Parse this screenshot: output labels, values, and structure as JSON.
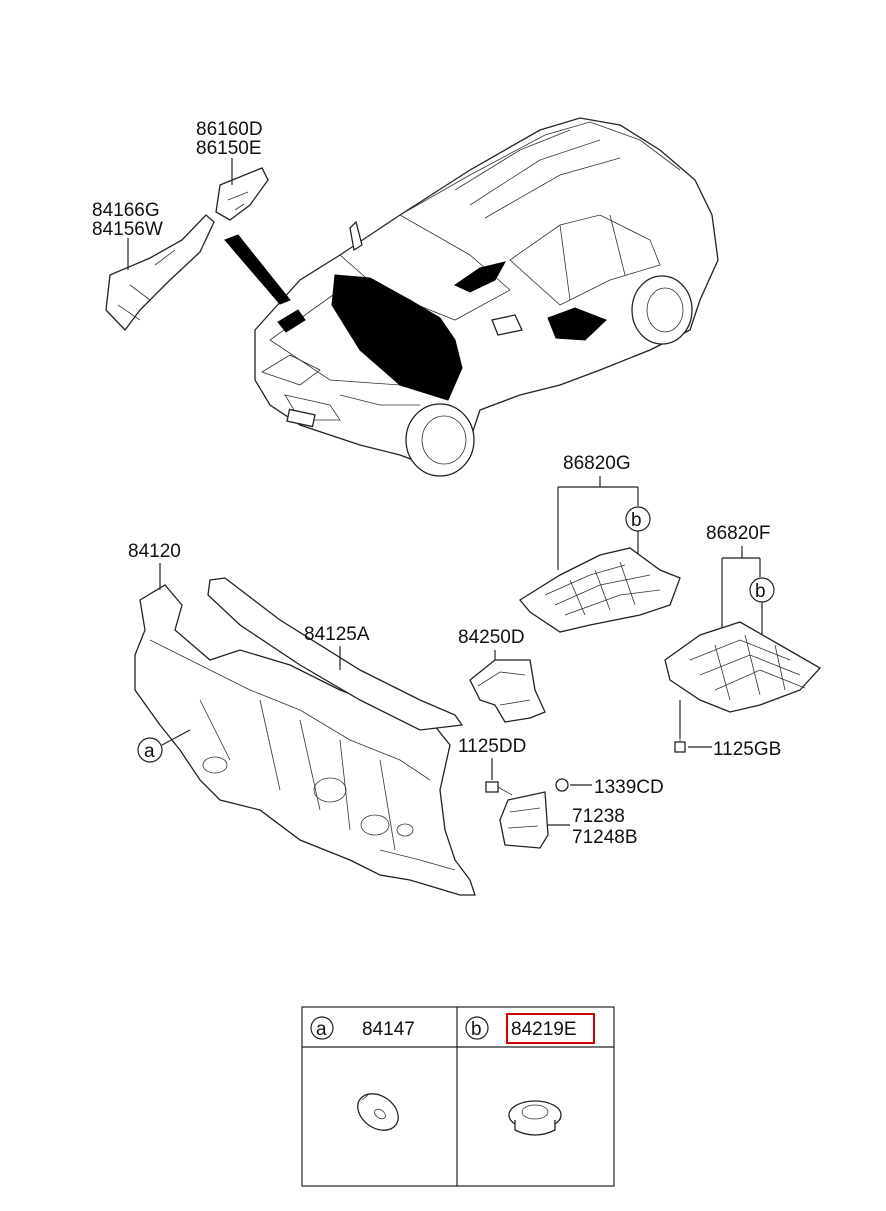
{
  "labels": {
    "p86160D": "86160D",
    "p86150E": "86150E",
    "p84166G": "84166G",
    "p84156W": "84156W",
    "p86820G": "86820G",
    "p86820F": "86820F",
    "p84120": "84120",
    "p84125A": "84125A",
    "p84250D": "84250D",
    "p1125DD": "1125DD",
    "p1125GB": "1125GB",
    "p1339CD": "1339CD",
    "p71238": "71238",
    "p71248B": "71248B"
  },
  "callouts": {
    "a": "a",
    "b1": "b",
    "b2": "b"
  },
  "legend_table": {
    "col_a": {
      "ref": "a",
      "part": "84147"
    },
    "col_b": {
      "ref": "b",
      "part": "84219E"
    }
  },
  "colors": {
    "highlight": "#d40000",
    "line": "#222222",
    "fill_dark": "#000000"
  }
}
